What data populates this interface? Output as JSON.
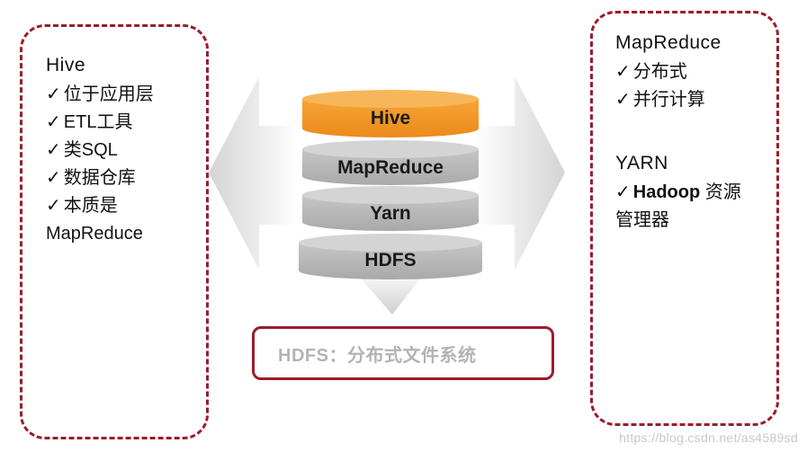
{
  "left_panel": {
    "title": "Hive",
    "items": [
      "位于应用层",
      "ETL工具",
      "类SQL",
      "数据仓库",
      "本质是"
    ],
    "continuation": "MapReduce"
  },
  "right_panel": {
    "title1": "MapReduce",
    "items1": [
      "分布式",
      "并行计算"
    ],
    "title2": "YARN",
    "item2_bold": "Hadoop",
    "item2_rest": " 资源",
    "item2_continuation": "管理器"
  },
  "check_mark": "✓",
  "stack": {
    "layers": [
      "Hive",
      "MapReduce",
      "Yarn",
      "HDFS"
    ],
    "colors": {
      "hive": "#f39a2a",
      "hive_top": "#f7b451",
      "gray": "#b9b9b9",
      "gray_top": "#d6d6d6"
    }
  },
  "hdfs_caption": "HDFS：分布式文件系统",
  "watermark": "https://blog.csdn.net/as4589sd",
  "colors": {
    "border": "#9b1c2a",
    "arrow": "#d9d9d9"
  }
}
